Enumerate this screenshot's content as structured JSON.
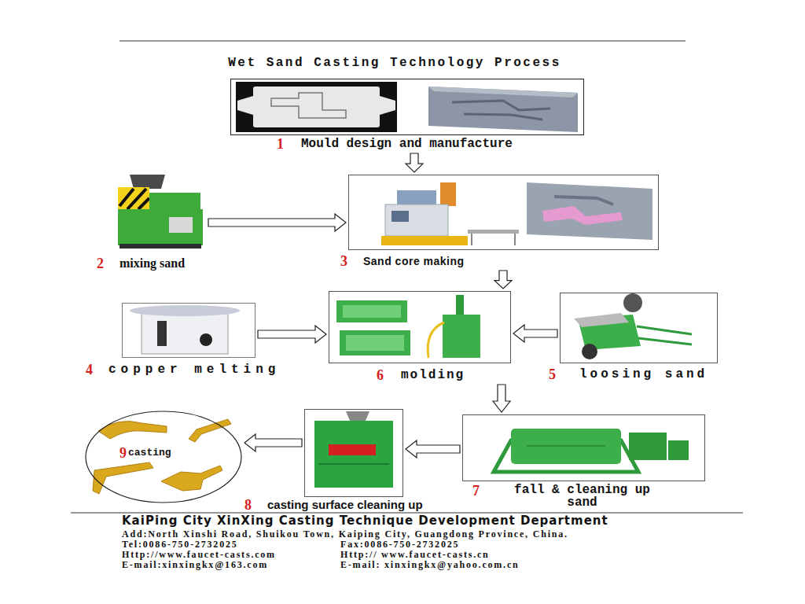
{
  "diagram": {
    "title": "Wet Sand Casting Technology Process",
    "nodes": [
      {
        "text": [
          "1",
          "Mould design and manufacture"
        ]
      },
      {
        "text": [
          "2",
          "mixing sand"
        ]
      },
      {
        "text": [
          "3",
          "Sand core making"
        ]
      },
      {
        "text": [
          "4",
          "copper melting"
        ]
      },
      {
        "text": [
          "6",
          "molding"
        ]
      },
      {
        "text": [
          "5",
          "loosing sand"
        ]
      },
      {
        "text": [
          "9",
          "casting"
        ]
      },
      {
        "text": [
          "8",
          "casting surface cleaning up"
        ]
      },
      {
        "text": [
          "7",
          "fall & cleaning up sand"
        ]
      }
    ],
    "edges": [
      {
        "from": 0,
        "to": 2,
        "arrow": "to"
      },
      {
        "from": 1,
        "to": 2,
        "arrow": "to"
      },
      {
        "from": 2,
        "to": 4,
        "arrow": "to"
      },
      {
        "from": 3,
        "to": 4,
        "arrow": "to"
      },
      {
        "from": 5,
        "to": 4,
        "arrow": "to"
      },
      {
        "from": 4,
        "to": 8,
        "arrow": "to"
      },
      {
        "from": 8,
        "to": 7,
        "arrow": "to"
      },
      {
        "from": 7,
        "to": 6,
        "arrow": "to"
      }
    ],
    "labels": [
      "KaiPing City XinXing Casting Technique Development Department",
      "Add:North Xinshi Road, Shuikou Town, Kaiping City, Guangdong Province, China.",
      "Tel:0086-750-2732025",
      "Fax:0086-750-2732025",
      "Http://www.faucet-casts.com",
      "Http:// www.faucet-casts.cn",
      "E-mail:xinxingkx@163.com",
      "E-mail: xinxingkx@yahoo.com.cn"
    ]
  }
}
